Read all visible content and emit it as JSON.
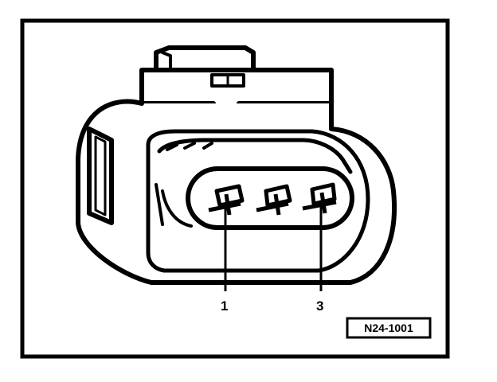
{
  "figure": {
    "callouts": [
      {
        "label": "1"
      },
      {
        "label": "3"
      }
    ],
    "reference_code": "N24-1001"
  }
}
